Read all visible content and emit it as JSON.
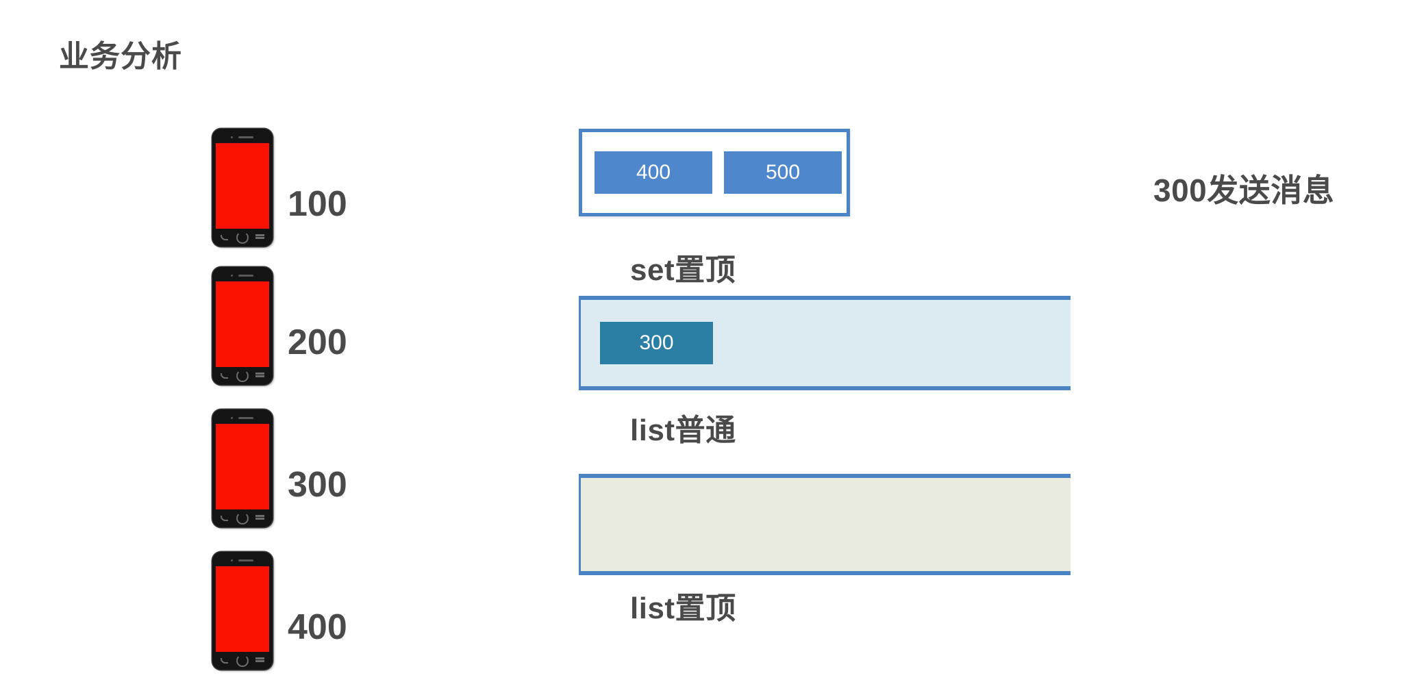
{
  "page": {
    "title": "业务分析",
    "background_color": "#ffffff",
    "text_color": "#4a4a4a"
  },
  "devices": {
    "icon": "smartphone-icon",
    "screen_color": "#fb1100",
    "body_color": "#141414",
    "items": [
      {
        "count": "100"
      },
      {
        "count": "200"
      },
      {
        "count": "300"
      },
      {
        "count": "400"
      }
    ]
  },
  "containers": [
    {
      "key": "set_pinned",
      "label": "set置顶",
      "border_color": "#4a84c4",
      "fill_color": "#ffffff",
      "chip_color": "#4f87cc",
      "chips": [
        "400",
        "500"
      ]
    },
    {
      "key": "list_normal",
      "label": "list普通",
      "border_color": "#4a84c4",
      "fill_color": "#dcebf1",
      "chip_color": "#2b7fa4",
      "chips": [
        "300"
      ]
    },
    {
      "key": "list_pinned",
      "label": "list置顶",
      "border_color": "#4a84c4",
      "fill_color": "#e8ebdd",
      "chip_color": "#2b7fa4",
      "chips": []
    }
  ],
  "annotation": {
    "text": "300发送消息"
  }
}
